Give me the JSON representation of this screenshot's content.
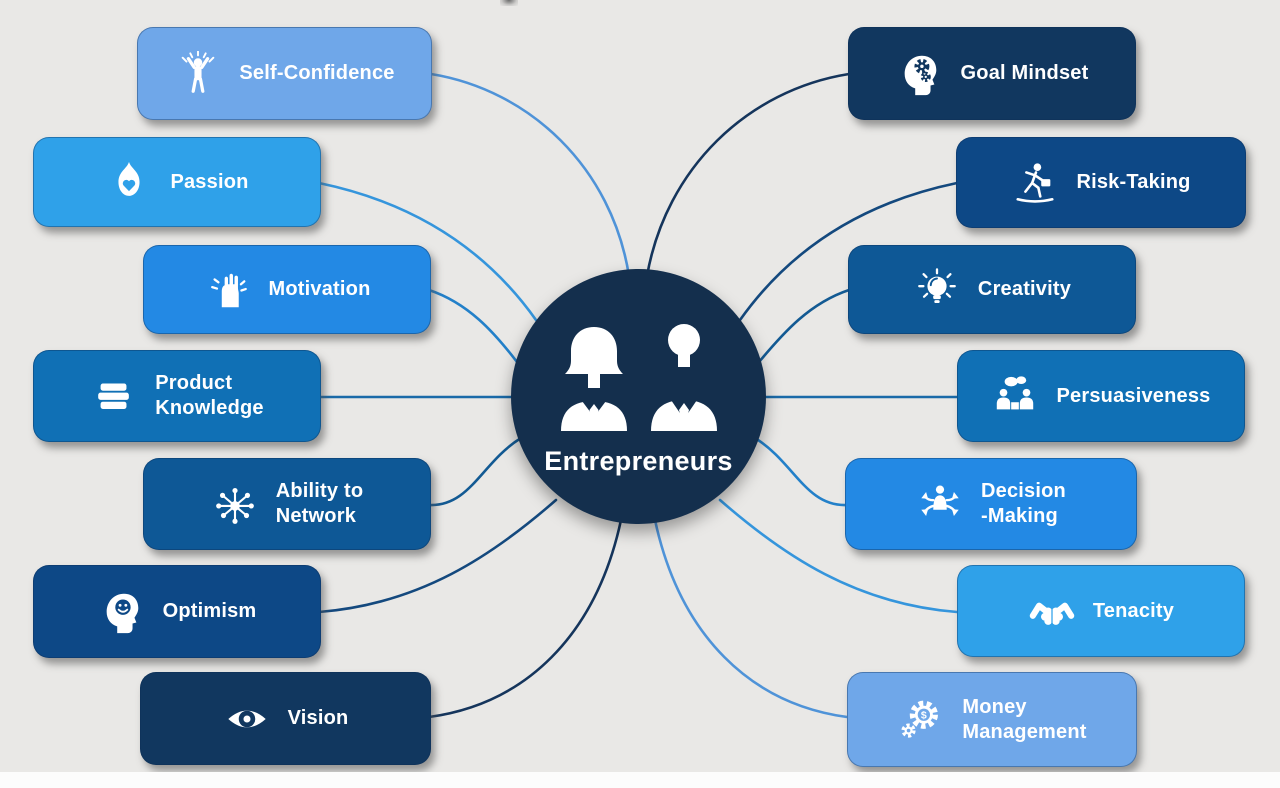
{
  "canvas": {
    "background": "#e9e8e6",
    "bottom_strip": "#fcfcfc"
  },
  "center": {
    "label": "Entrepreneurs",
    "color": "#142f4d",
    "icon": "businesswoman-businessman-icon"
  },
  "left_items": [
    {
      "label": "Self-Confidence",
      "icon": "person-arms-raised-icon",
      "color": "#6fa7e9"
    },
    {
      "label": "Passion",
      "icon": "flame-heart-icon",
      "color": "#2fa1e9"
    },
    {
      "label": "Motivation",
      "icon": "raised-fist-icon",
      "color": "#2389e4"
    },
    {
      "label": "Product\nKnowledge",
      "icon": "books-stack-icon",
      "color": "#1070b5"
    },
    {
      "label": "Ability to\nNetwork",
      "icon": "network-hub-icon",
      "color": "#0e5896"
    },
    {
      "label": "Optimism",
      "icon": "smiley-head-icon",
      "color": "#0d4886"
    },
    {
      "label": "Vision",
      "icon": "eye-icon",
      "color": "#11375f"
    }
  ],
  "right_items": [
    {
      "label": "Goal Mindset",
      "icon": "head-gears-icon",
      "color": "#11375f"
    },
    {
      "label": "Risk-Taking",
      "icon": "tightrope-runner-icon",
      "color": "#0d4886"
    },
    {
      "label": "Creativity",
      "icon": "lightbulb-icon",
      "color": "#0e5896"
    },
    {
      "label": "Persuasiveness",
      "icon": "meeting-discussion-icon",
      "color": "#1070b5"
    },
    {
      "label": "Decision\n-Making",
      "icon": "decision-arrows-icon",
      "color": "#2389e4"
    },
    {
      "label": "Tenacity",
      "icon": "brain-strength-icon",
      "color": "#2fa1e9"
    },
    {
      "label": "Money\nManagement",
      "icon": "dollar-gears-icon",
      "color": "#6fa7e9"
    }
  ],
  "connectors": {
    "left": [
      "#4f93d8",
      "#3595dc",
      "#2380c9",
      "#1a6aa8",
      "#135a93",
      "#14497e",
      "#15355c"
    ],
    "right": [
      "#15355c",
      "#14497e",
      "#135a93",
      "#1a6aa8",
      "#2380c9",
      "#3595dc",
      "#4f93d8"
    ]
  }
}
